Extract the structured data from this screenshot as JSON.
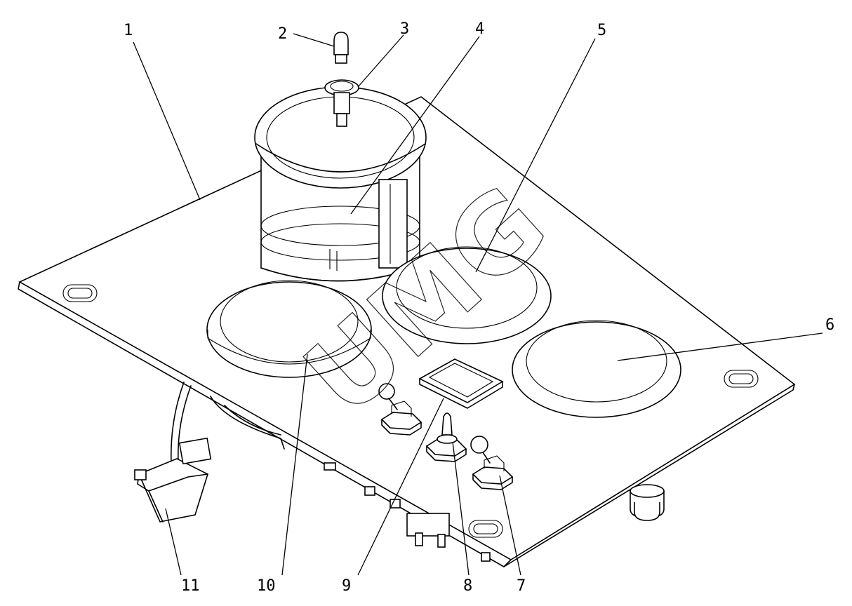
{
  "watermark": "UMG",
  "callouts": [
    {
      "id": "1",
      "text": "1"
    },
    {
      "id": "2",
      "text": "2"
    },
    {
      "id": "3",
      "text": "3"
    },
    {
      "id": "4",
      "text": "4"
    },
    {
      "id": "5",
      "text": "5"
    },
    {
      "id": "6",
      "text": "6"
    },
    {
      "id": "7",
      "text": "7"
    },
    {
      "id": "8",
      "text": "8"
    },
    {
      "id": "9",
      "text": "9"
    },
    {
      "id": "10",
      "text": "10"
    },
    {
      "id": "11",
      "text": "11"
    }
  ]
}
